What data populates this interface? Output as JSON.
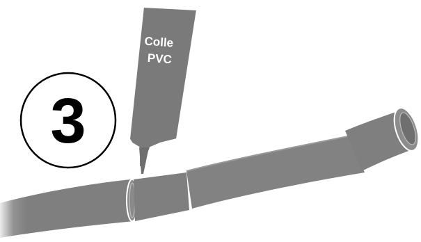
{
  "step": {
    "number": "3"
  },
  "glue_tube": {
    "label_line1": "Colle",
    "label_line2": "PVC"
  },
  "colors": {
    "pipe": "#7f7f7f",
    "pipe_light": "#a9a9a9",
    "glue_tube": "#7a7a7a",
    "outline": "#000000",
    "label_text": "#ffffff"
  }
}
